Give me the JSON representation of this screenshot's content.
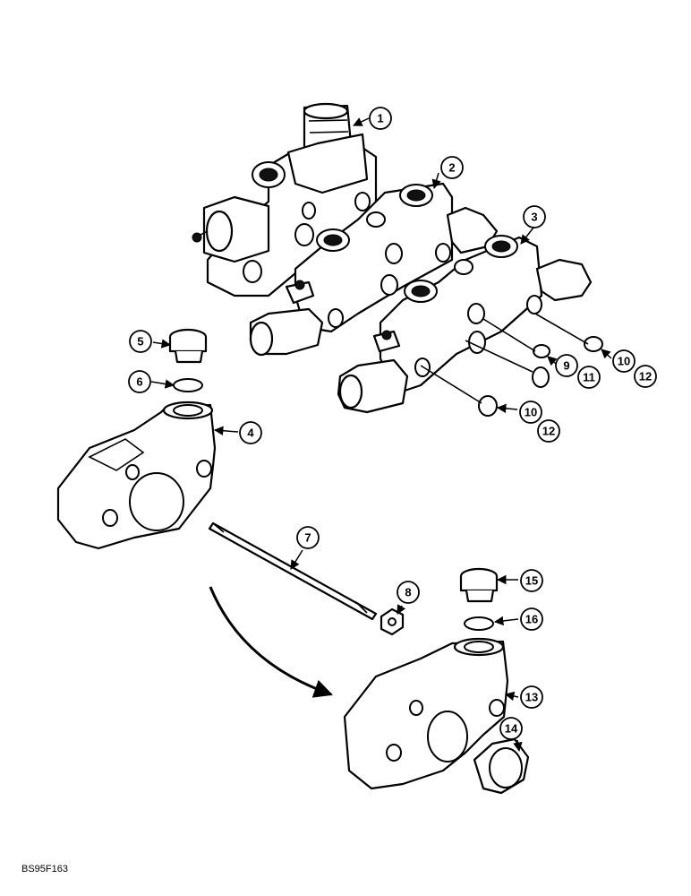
{
  "figure_code": "BS95F163",
  "callouts": [
    "1",
    "2",
    "3",
    "4",
    "5",
    "6",
    "7",
    "8",
    "9",
    "10",
    "11",
    "12",
    "10",
    "12",
    "13",
    "14",
    "15",
    "16"
  ]
}
